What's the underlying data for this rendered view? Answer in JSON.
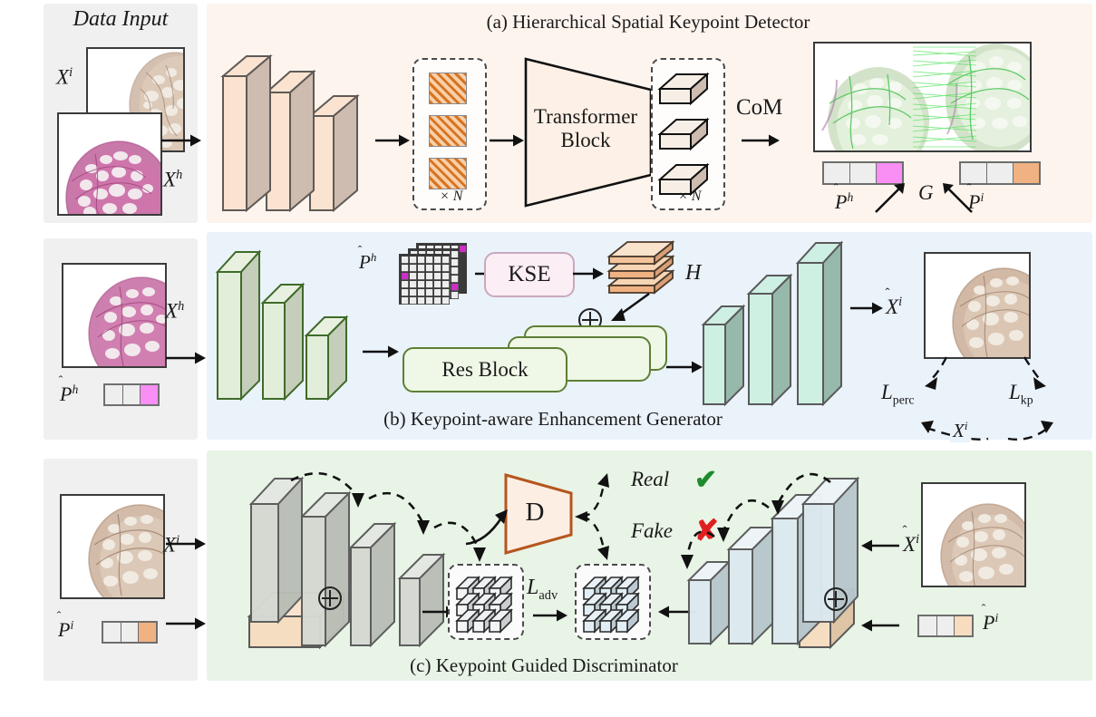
{
  "figure": {
    "panels": [
      {
        "id": "a",
        "caption": "(a) Hierarchical Spatial Keypoint Detector",
        "bg": "#fdf4ee"
      },
      {
        "id": "b",
        "caption": "(b) Keypoint-aware Enhancement Generator",
        "bg": "#eaf2fa"
      },
      {
        "id": "c",
        "caption": "(c) Keypoint Guided Discriminator",
        "bg": "#e8f4e6"
      }
    ],
    "sidebar_bg": "#f0f0f0"
  },
  "data_input": {
    "title": "Data Input",
    "image_ihc_label": "X",
    "image_ihc_sup": "i",
    "image_he_label": "X",
    "image_he_sup": "h"
  },
  "panel_a": {
    "caption": "(a) Hierarchical Spatial Keypoint Detector",
    "encoder_slabs": 3,
    "token_stack_count": 3,
    "token_multiplier": "× N",
    "transformer_label_line1": "Transformer",
    "transformer_label_line2": "Block",
    "embedding_multiplier": "× N",
    "com_label": "CoM",
    "matching_caption": "G",
    "kp_h_label": "P",
    "kp_h_sup": "h",
    "kp_i_label": "P",
    "kp_i_sup": "i",
    "kp_h_cells": [
      "#eeeeee",
      "#eeeeee",
      "#f98ef4"
    ],
    "kp_i_cells": [
      "#eeeeee",
      "#eeeeee",
      "#f0b283"
    ],
    "colors": {
      "slab_face": "#fae3d0",
      "slab_side": "#cdbcaf",
      "token_hatch": "#e08a3c",
      "bg": "#fdf4ee"
    }
  },
  "panel_b": {
    "caption": "(b) Keypoint-aware Enhancement Generator",
    "input_label": "X",
    "input_sup": "h",
    "kp_label": "P",
    "kp_sup": "h",
    "kp_cells": [
      "#eeeeee",
      "#eeeeee",
      "#f98ef4"
    ],
    "heatmap_label": "P",
    "heatmap_sup": "h",
    "heatmap_grid": 6,
    "heatmap_layers": 3,
    "kse_label": "KSE",
    "feature_stack_label": "H",
    "add_symbol": "⊕",
    "res_block_label": "Res Block",
    "res_block_count": 3,
    "output_label": "X",
    "output_sup": "i",
    "loss_perc": "L",
    "loss_perc_sub": "perc",
    "loss_kp": "L",
    "loss_kp_sub": "kp",
    "target_label": "X",
    "target_sup": "i",
    "colors": {
      "enc_face": "#e2eed9",
      "enc_side": "#c5cdbb",
      "enc_border": "#3f6b2a",
      "dec_face": "#b2e5d4",
      "dec_side": "#96b9ab",
      "bg": "#eaf2fa"
    }
  },
  "panel_c": {
    "caption": "(c) Keypoint Guided Discriminator",
    "input_label": "X",
    "input_sup": "i",
    "kp_left_label": "P",
    "kp_left_sup": "i",
    "kp_left_cells": [
      "#eeeeee",
      "#eeeeee",
      "#f0b283"
    ],
    "kp_right_label": "P",
    "kp_right_sup": "i",
    "kp_right_cells": [
      "#eeeeee",
      "#eeeeee",
      "#f8dcc0"
    ],
    "discriminator_label": "D",
    "real_label": "Real",
    "fake_label": "Fake",
    "real_mark": "✔",
    "fake_mark": "✘",
    "real_color": "#1f8a2e",
    "fake_color": "#e02020",
    "loss_adv": "L",
    "loss_adv_sub": "adv",
    "add_symbol": "⊕",
    "right_input_label": "X",
    "right_input_sup": "i",
    "cube_dim": 3,
    "colors": {
      "slab_face": "#d5d9d2",
      "slab_side": "#b9beb6",
      "kp_slab": "#f4ddc0",
      "right_face": "#dce9ef",
      "right_side": "#b7c7cd",
      "d_fill": "#fdeee4",
      "d_border": "#b5561e",
      "bg": "#e8f4e6"
    }
  }
}
